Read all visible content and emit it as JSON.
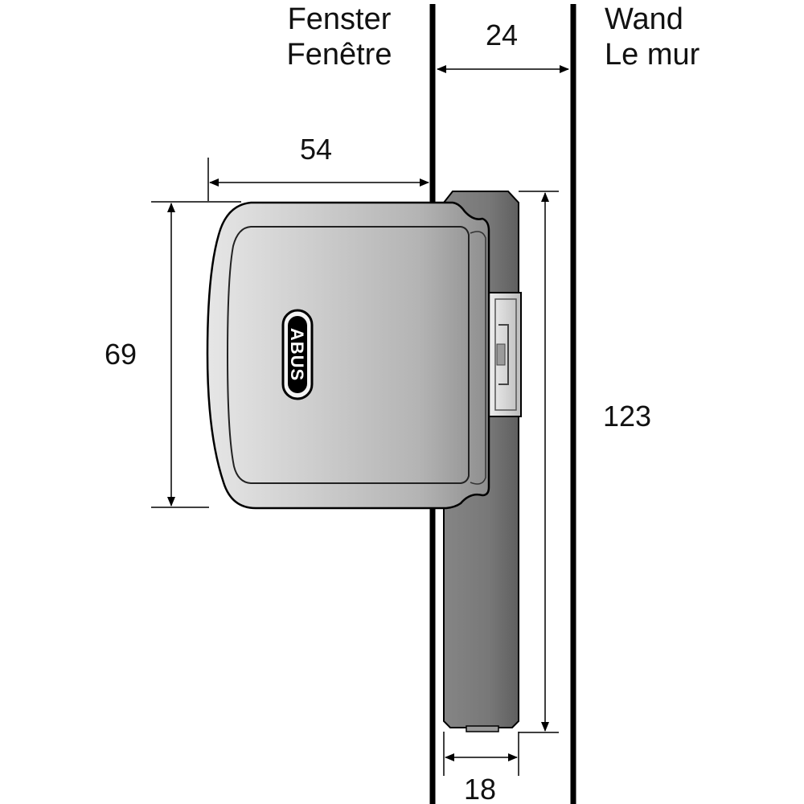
{
  "labels": {
    "window_de": "Fenster",
    "window_fr": "Fenêtre",
    "wall_de": "Wand",
    "wall_fr": "Le mur",
    "brand": "ABUS"
  },
  "dimensions": {
    "gap": "24",
    "width": "54",
    "handle_height": "69",
    "base_height": "123",
    "base_width": "18"
  },
  "colors": {
    "line": "#000000",
    "housing_light": "#d8d8d8",
    "housing_dark": "#8c8c8c",
    "base": "#7a7a7a",
    "base_dark": "#5e5e5e"
  }
}
